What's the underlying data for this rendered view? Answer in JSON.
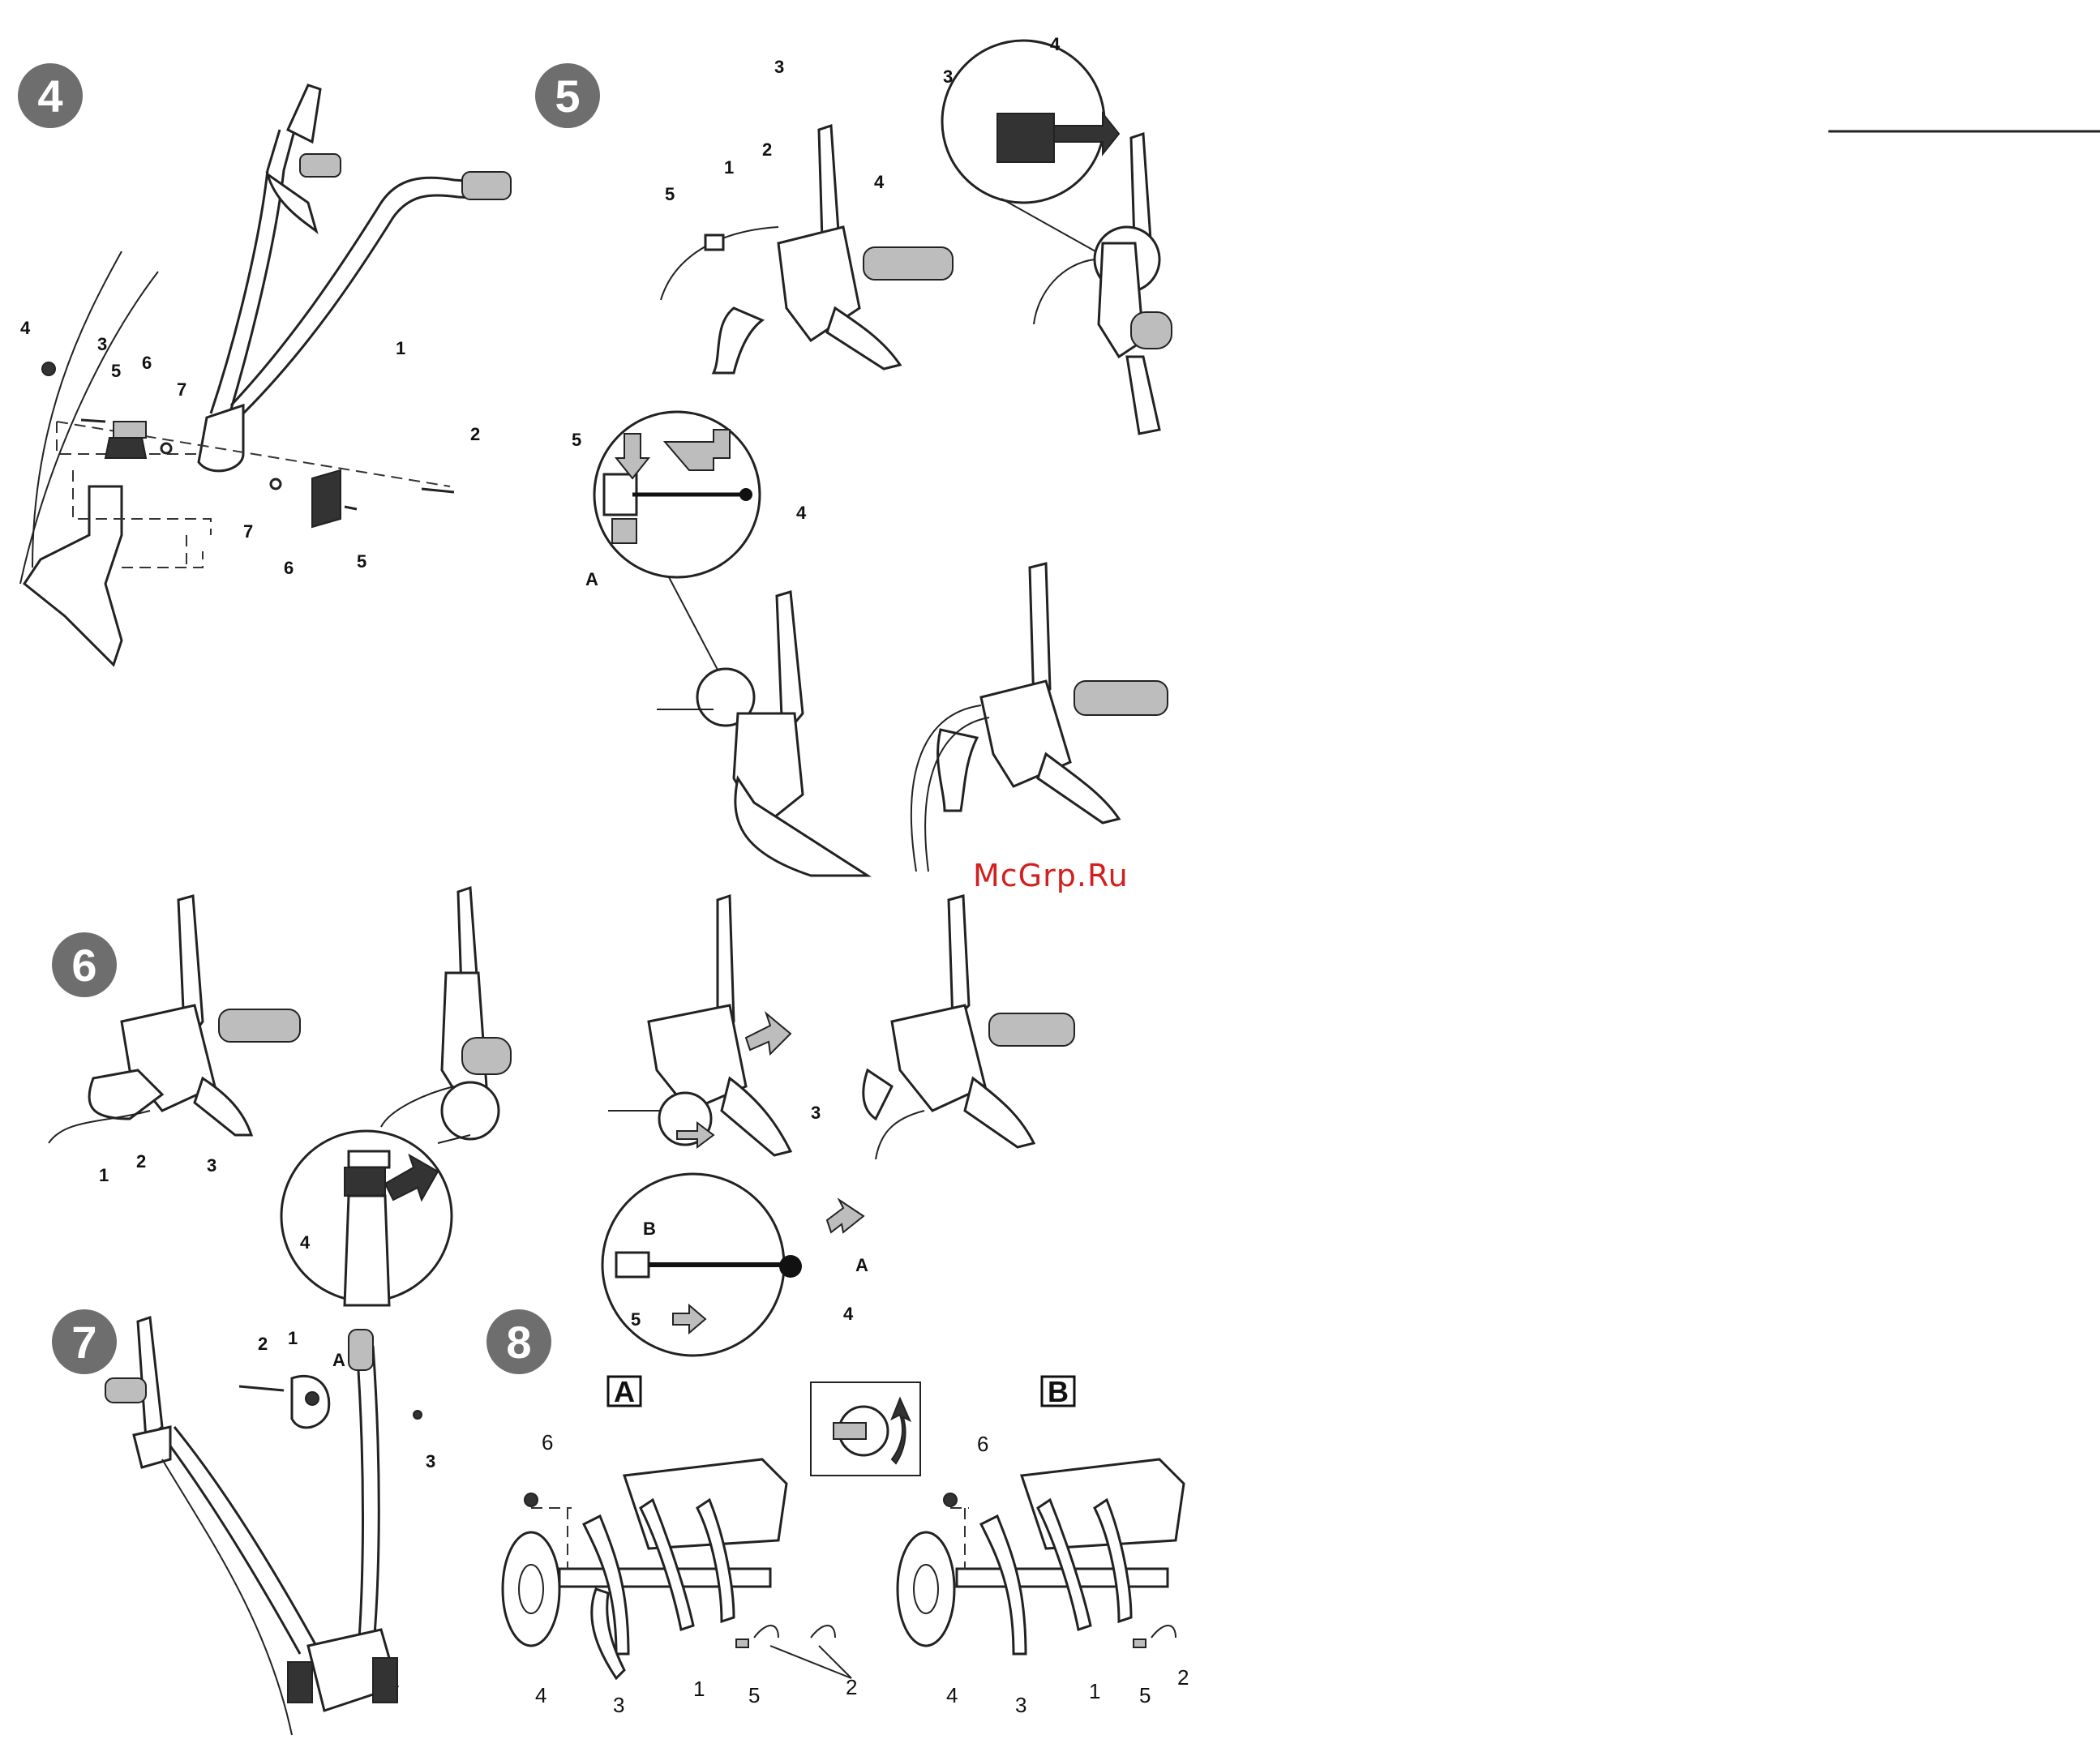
{
  "watermark": "McGrp.Ru",
  "figures": {
    "fig4": {
      "number": "4",
      "callouts": [
        "1",
        "2",
        "3",
        "4",
        "5",
        "6",
        "7",
        "7",
        "6",
        "5"
      ]
    },
    "fig5": {
      "number": "5",
      "top_left_callouts": [
        "3",
        "1",
        "2",
        "4",
        "5"
      ],
      "top_right_callouts": [
        "4",
        "3"
      ],
      "detail_callouts": [
        "5",
        "4",
        "A"
      ]
    },
    "fig6": {
      "number": "6",
      "left_callouts": [
        "1",
        "2",
        "3"
      ],
      "detail_callouts": [
        "4"
      ],
      "right_callouts": [
        "3"
      ],
      "right_detail_callouts": [
        "B",
        "A",
        "5",
        "4"
      ]
    },
    "fig7": {
      "number": "7",
      "callouts": [
        "2",
        "1",
        "A",
        "3"
      ]
    },
    "fig8": {
      "number": "8",
      "box_a": "A",
      "box_b": "B",
      "a_callouts": [
        "6",
        "4",
        "3",
        "1",
        "5",
        "2"
      ],
      "b_callouts": [
        "6",
        "4",
        "3",
        "1",
        "5",
        "2"
      ]
    }
  },
  "colors": {
    "badge": "#6e6e6e",
    "line": "#222222",
    "watermark": "#d21f1f"
  }
}
